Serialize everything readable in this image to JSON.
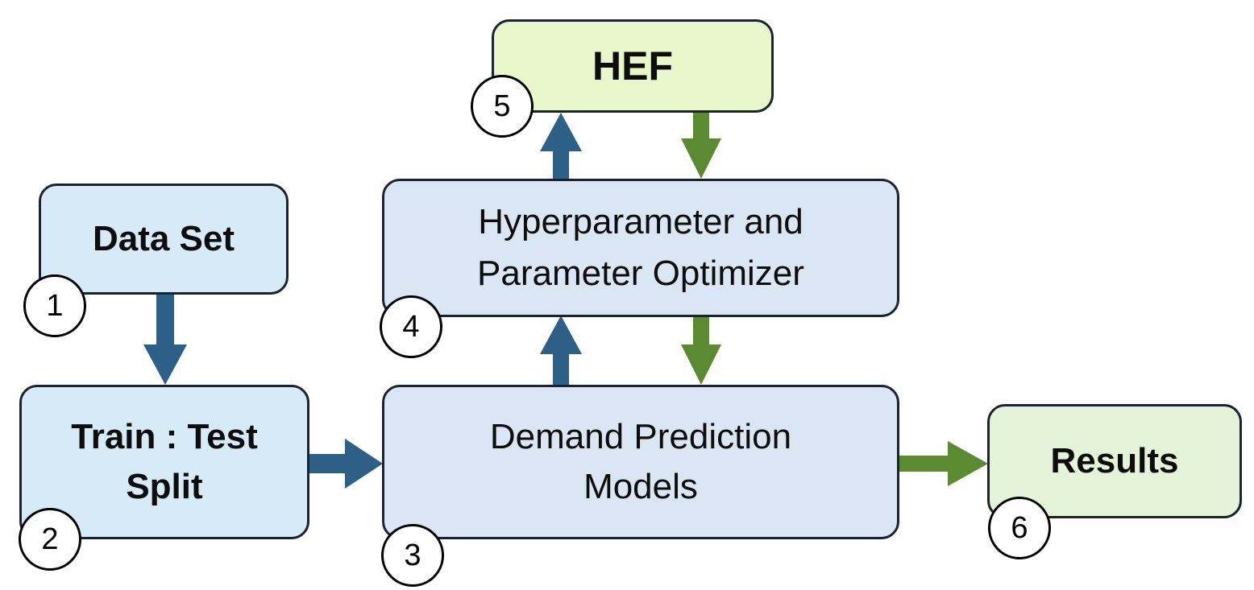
{
  "nodes": {
    "data_set": {
      "label": "Data Set",
      "step": "1"
    },
    "train_test_split": {
      "label": "Train :  Test\nSplit",
      "step": "2"
    },
    "demand_prediction": {
      "label": "Demand Prediction\nModels",
      "step": "3"
    },
    "optimizer": {
      "label": "Hyperparameter and\nParameter Optimizer",
      "step": "4"
    },
    "hef": {
      "label": "HEF",
      "step": "5"
    },
    "results": {
      "label": "Results",
      "step": "6"
    }
  },
  "colors": {
    "blue_arrow": "#2e5f86",
    "green_arrow": "#5b8a33",
    "blue_light_fill": "#d6eaf8",
    "blue_grey_fill": "#dbe6f4",
    "green_fill": "#e5f3d9",
    "lime_fill": "#e9f6c9"
  }
}
